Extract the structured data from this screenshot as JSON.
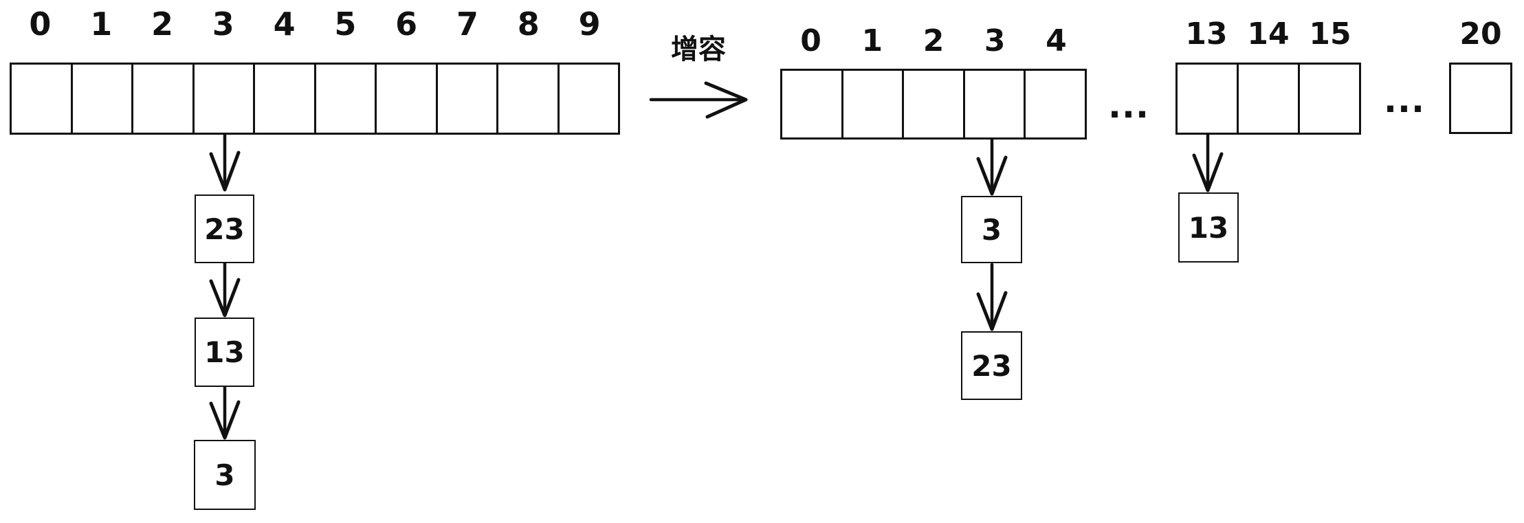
{
  "colors": {
    "ink": "#111111",
    "background": "#ffffff"
  },
  "transform": {
    "label": "增容"
  },
  "left_table": {
    "indices": [
      "0",
      "1",
      "2",
      "3",
      "4",
      "5",
      "6",
      "7",
      "8",
      "9"
    ],
    "bucket3_chain": [
      "23",
      "13",
      "3"
    ]
  },
  "right_table": {
    "front_indices": [
      "0",
      "1",
      "2",
      "3",
      "4"
    ],
    "ellipsis1": "...",
    "middle_indices": [
      "13",
      "14",
      "15"
    ],
    "ellipsis2": "...",
    "last_index": "20",
    "bucket3_chain": [
      "3",
      "23"
    ],
    "bucket13_chain": [
      "13"
    ]
  }
}
